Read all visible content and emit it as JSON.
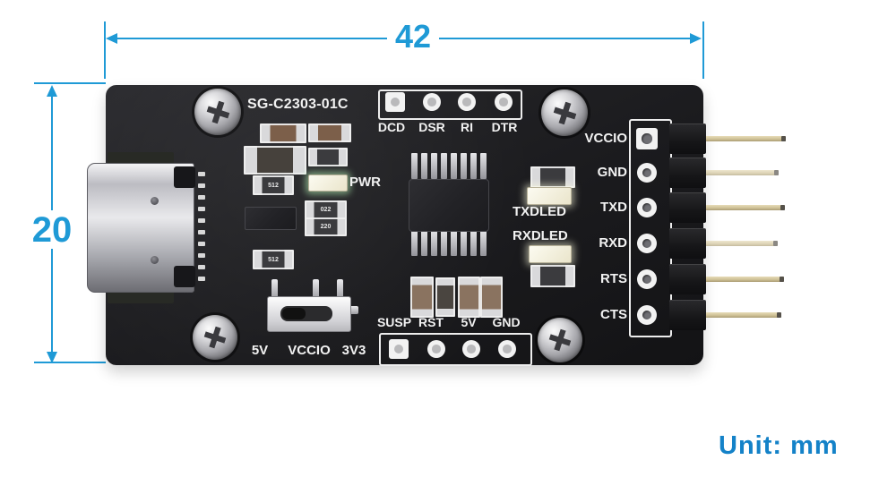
{
  "annotations": {
    "width_mm": "42",
    "height_mm": "20",
    "unit": "Unit: mm",
    "dim_color": "#1f9ad6",
    "unit_color": "#1482c8"
  },
  "board": {
    "model": "SG-C2303-01C",
    "top_pins": [
      "DCD",
      "DSR",
      "RI",
      "DTR"
    ],
    "right_pins": [
      "VCCIO",
      "GND",
      "TXD",
      "RXD",
      "RTS",
      "CTS"
    ],
    "bottom_pins": [
      "SUSP",
      "RST",
      "5V",
      "GND"
    ],
    "switch_positions": [
      "5V",
      "VCCIO",
      "3V3"
    ],
    "leds": {
      "power": "PWR",
      "tx": "TXDLED",
      "rx": "RXDLED"
    },
    "smd_markings": [
      "512",
      "022",
      "220",
      "512"
    ]
  }
}
